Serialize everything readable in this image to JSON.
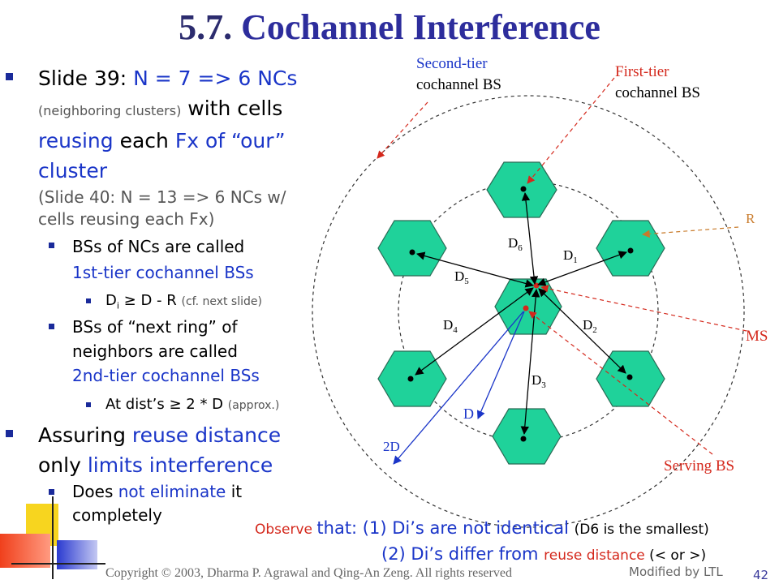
{
  "title": {
    "number": "5.7.",
    "text": "Cochannel Interference"
  },
  "bullets": {
    "b1_part1": "Slide 39:  ",
    "b1_n7": "N = 7 => 6 NCs",
    "b1_paren": "(neighboring clusters)",
    "b1_with": " with cells",
    "b1_reusing": "reusing",
    "b1_each": " each ",
    "b1_fx": "Fx of “our” cluster",
    "b1_slide40_line1": "(Slide 40:  N = 13 => 6 NCs w/",
    "b1_slide40_line2": "cells reusing each Fx)",
    "b2a_line1": "BSs of NCs are called",
    "b2a_line2": "1st-tier cochannel BSs",
    "b3a_main": "D",
    "b3a_sub": "i",
    "b3a_rest": " ≥ D - R ",
    "b3a_note": "(cf. next slide)",
    "b2b_line1": "BSs of “next ring” of",
    "b2b_line2": "neighbors are called",
    "b2b_line3": "2nd-tier cochannel BSs",
    "b3b_main": "At dist’s ≥ 2 * D ",
    "b3b_note": "(approx.)",
    "b1b_assuring": "Assuring ",
    "b1b_reuse": "reuse distance",
    "b1b_only": "only ",
    "b1b_limits": "limits interference",
    "b2c_does": "Does ",
    "b2c_not": "not eliminate",
    "b2c_it": " it",
    "b2c_completely": "completely"
  },
  "diagram": {
    "second_tier_line1": "Second-tier",
    "second_tier_line2": "cochannel BS",
    "first_tier_line1": "First-tier",
    "first_tier_line2": "cochannel BS",
    "R": "R",
    "MS": "MS",
    "serving_bs": "Serving BS",
    "d_labels": [
      "6",
      "1",
      "5",
      "4",
      "2",
      "3"
    ],
    "D_letter": "D",
    "D": "D",
    "twoD": "2D"
  },
  "observe": {
    "observe": "Observe ",
    "that": "that: (1) Di’s are not identical ",
    "note1": "(D6 is the smallest)",
    "line2a": "(2) Di’s differ from ",
    "line2b": "reuse distance",
    "line2c": "  (< or >)"
  },
  "footer": "Copyright © 2003, Dharma P. Agrawal and Qing-An Zeng. All rights reserved",
  "modified": "Modified  by LTL",
  "page_number": "42",
  "colors": {
    "hex_fill": "#1fd29a",
    "hex_stroke": "#2a6a55",
    "accent_blue": "#1a35c8",
    "accent_red": "#d4281c"
  }
}
